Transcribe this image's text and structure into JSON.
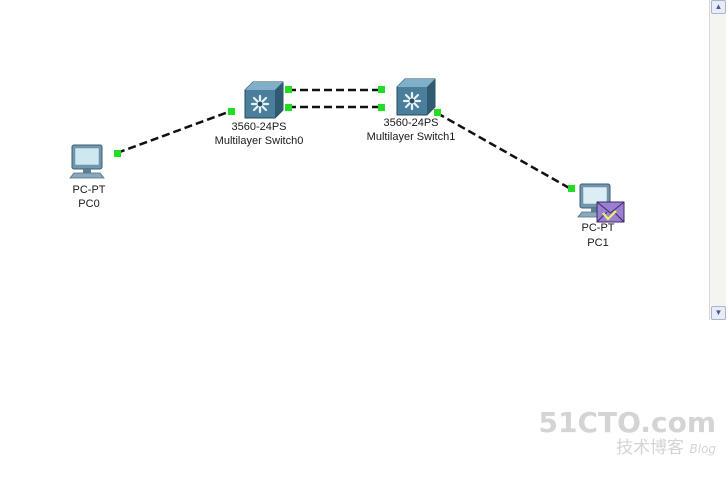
{
  "devices": {
    "pc0": {
      "model": "PC-PT",
      "name": "PC0"
    },
    "switch0": {
      "model": "3560-24PS",
      "name": "Multilayer Switch0"
    },
    "switch1": {
      "model": "3560-24PS",
      "name": "Multilayer Switch1"
    },
    "pc1": {
      "model": "PC-PT",
      "name": "PC1"
    }
  },
  "links": [
    {
      "from": "PC0",
      "to": "Multilayer Switch0",
      "status": "up"
    },
    {
      "from": "Multilayer Switch0",
      "to": "Multilayer Switch1",
      "status": "up"
    },
    {
      "from": "Multilayer Switch0",
      "to": "Multilayer Switch1",
      "status": "up"
    },
    {
      "from": "Multilayer Switch1",
      "to": "PC1",
      "status": "up"
    }
  ],
  "pdu_icon": "envelope-icon",
  "colors": {
    "link_light": "#22dd22",
    "switch_body": "#4a7e9a",
    "envelope": "#9b7fd1"
  },
  "watermark": {
    "main": "51CTO.com",
    "sub": "技术博客",
    "tag": "Blog"
  }
}
